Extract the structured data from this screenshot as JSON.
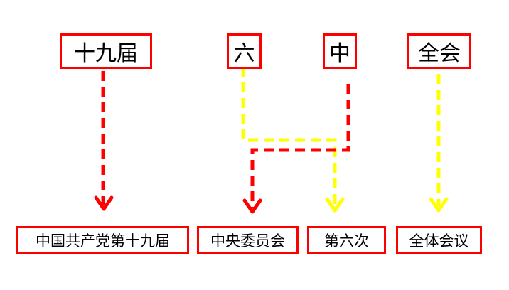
{
  "top_terms": [
    {
      "text": "十九届"
    },
    {
      "text": "六"
    },
    {
      "text": "中"
    },
    {
      "text": "全会"
    }
  ],
  "expansions": [
    {
      "text": "中国共产党第十九届"
    },
    {
      "text": "中央委员会"
    },
    {
      "text": "第六次"
    },
    {
      "text": "全体会议"
    }
  ],
  "colors": {
    "red": "#ff0000",
    "yellow": "#ffff00"
  }
}
